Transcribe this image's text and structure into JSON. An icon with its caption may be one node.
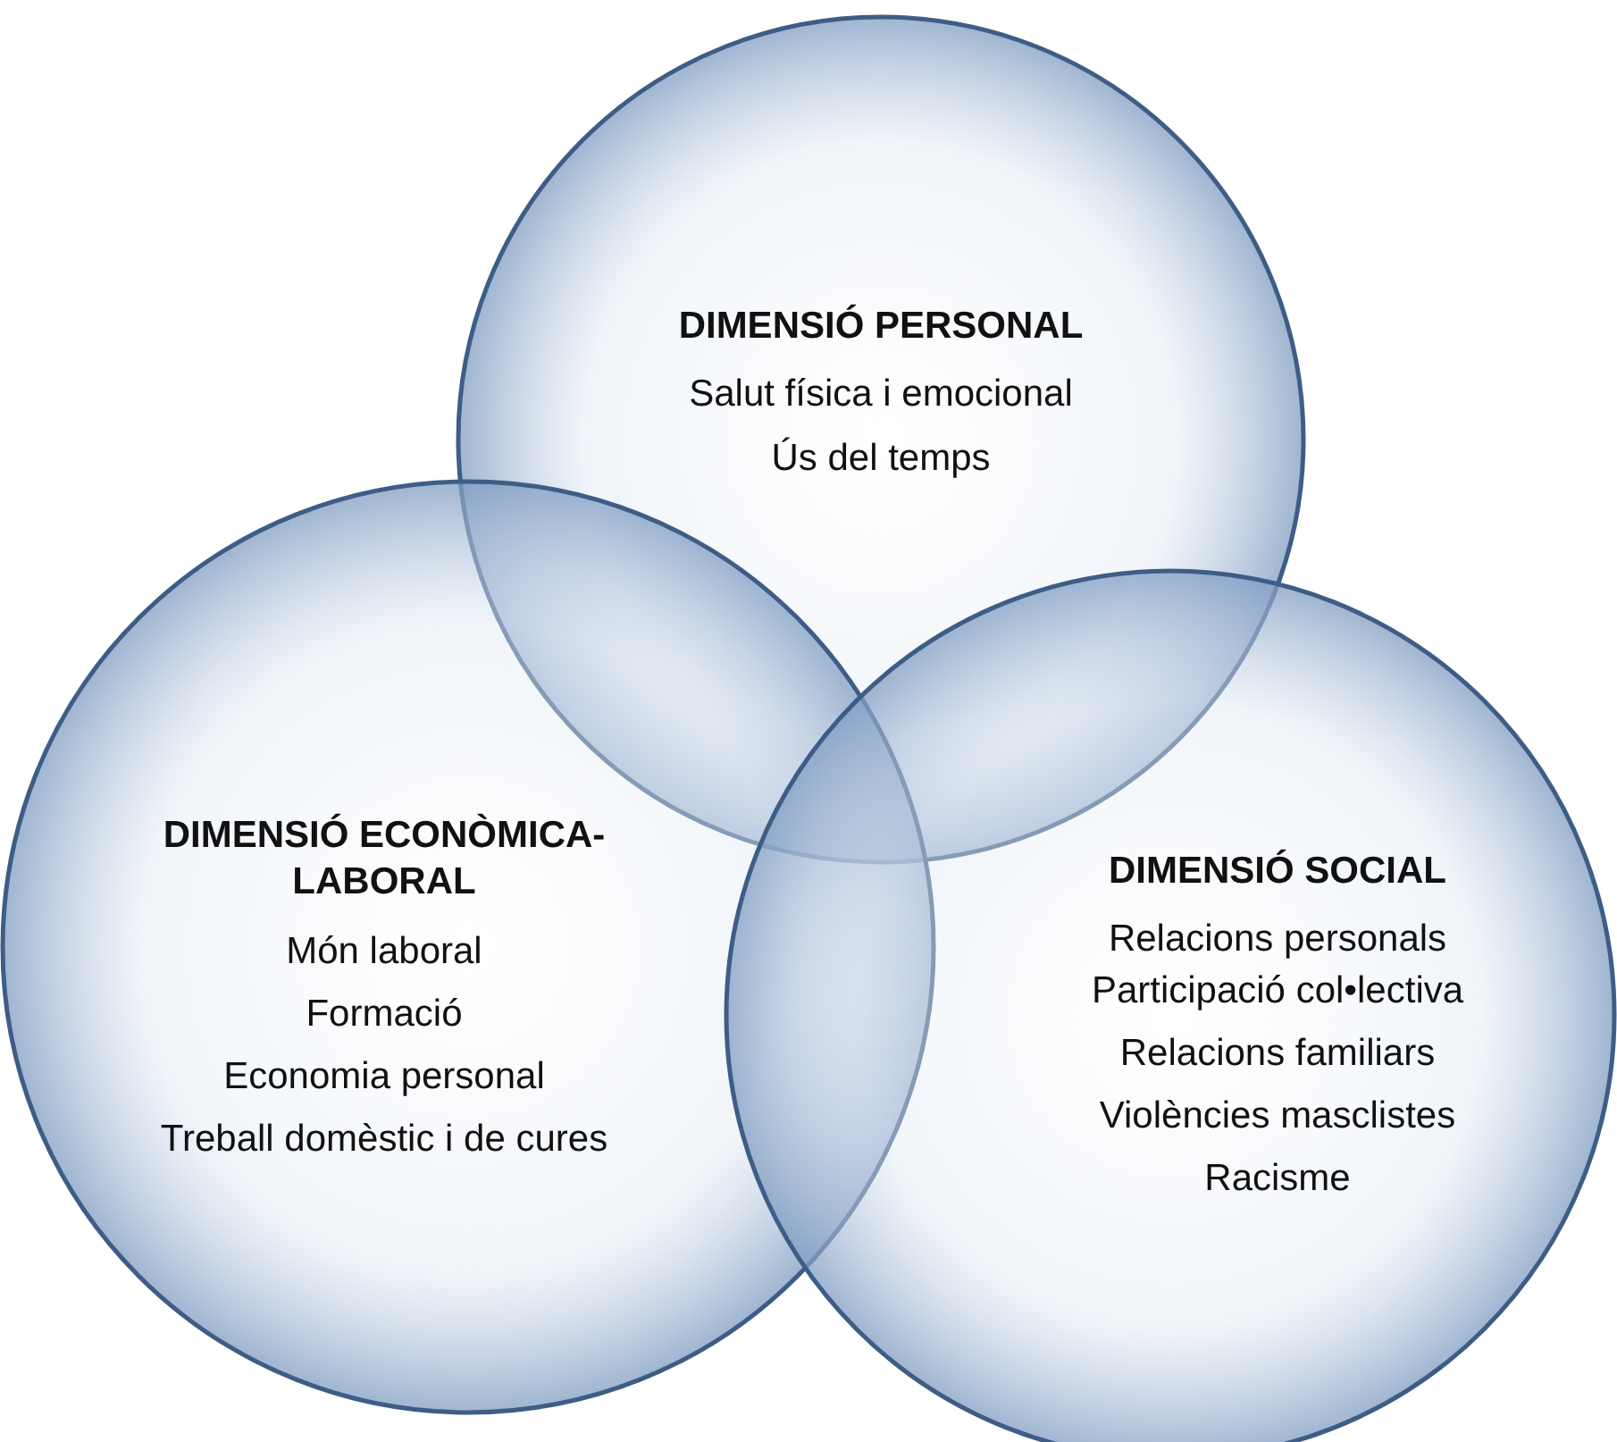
{
  "diagram": {
    "nodes": [
      {
        "text": [
          "DIMENSIÓ PERSONAL",
          "Salut física i emocional",
          "Ús del temps"
        ]
      },
      {
        "text": [
          "DIMENSIÓ ECONÒMICA-LABORAL",
          "Món laboral",
          "Formació",
          "Economia personal",
          "Treball domèstic i de cures"
        ]
      },
      {
        "text": [
          "DIMENSIÓ SOCIAL",
          "Relacions personals",
          "Participació col•lectiva",
          "Relacions familiars",
          "Violències masclistes",
          "Racisme"
        ]
      }
    ]
  }
}
